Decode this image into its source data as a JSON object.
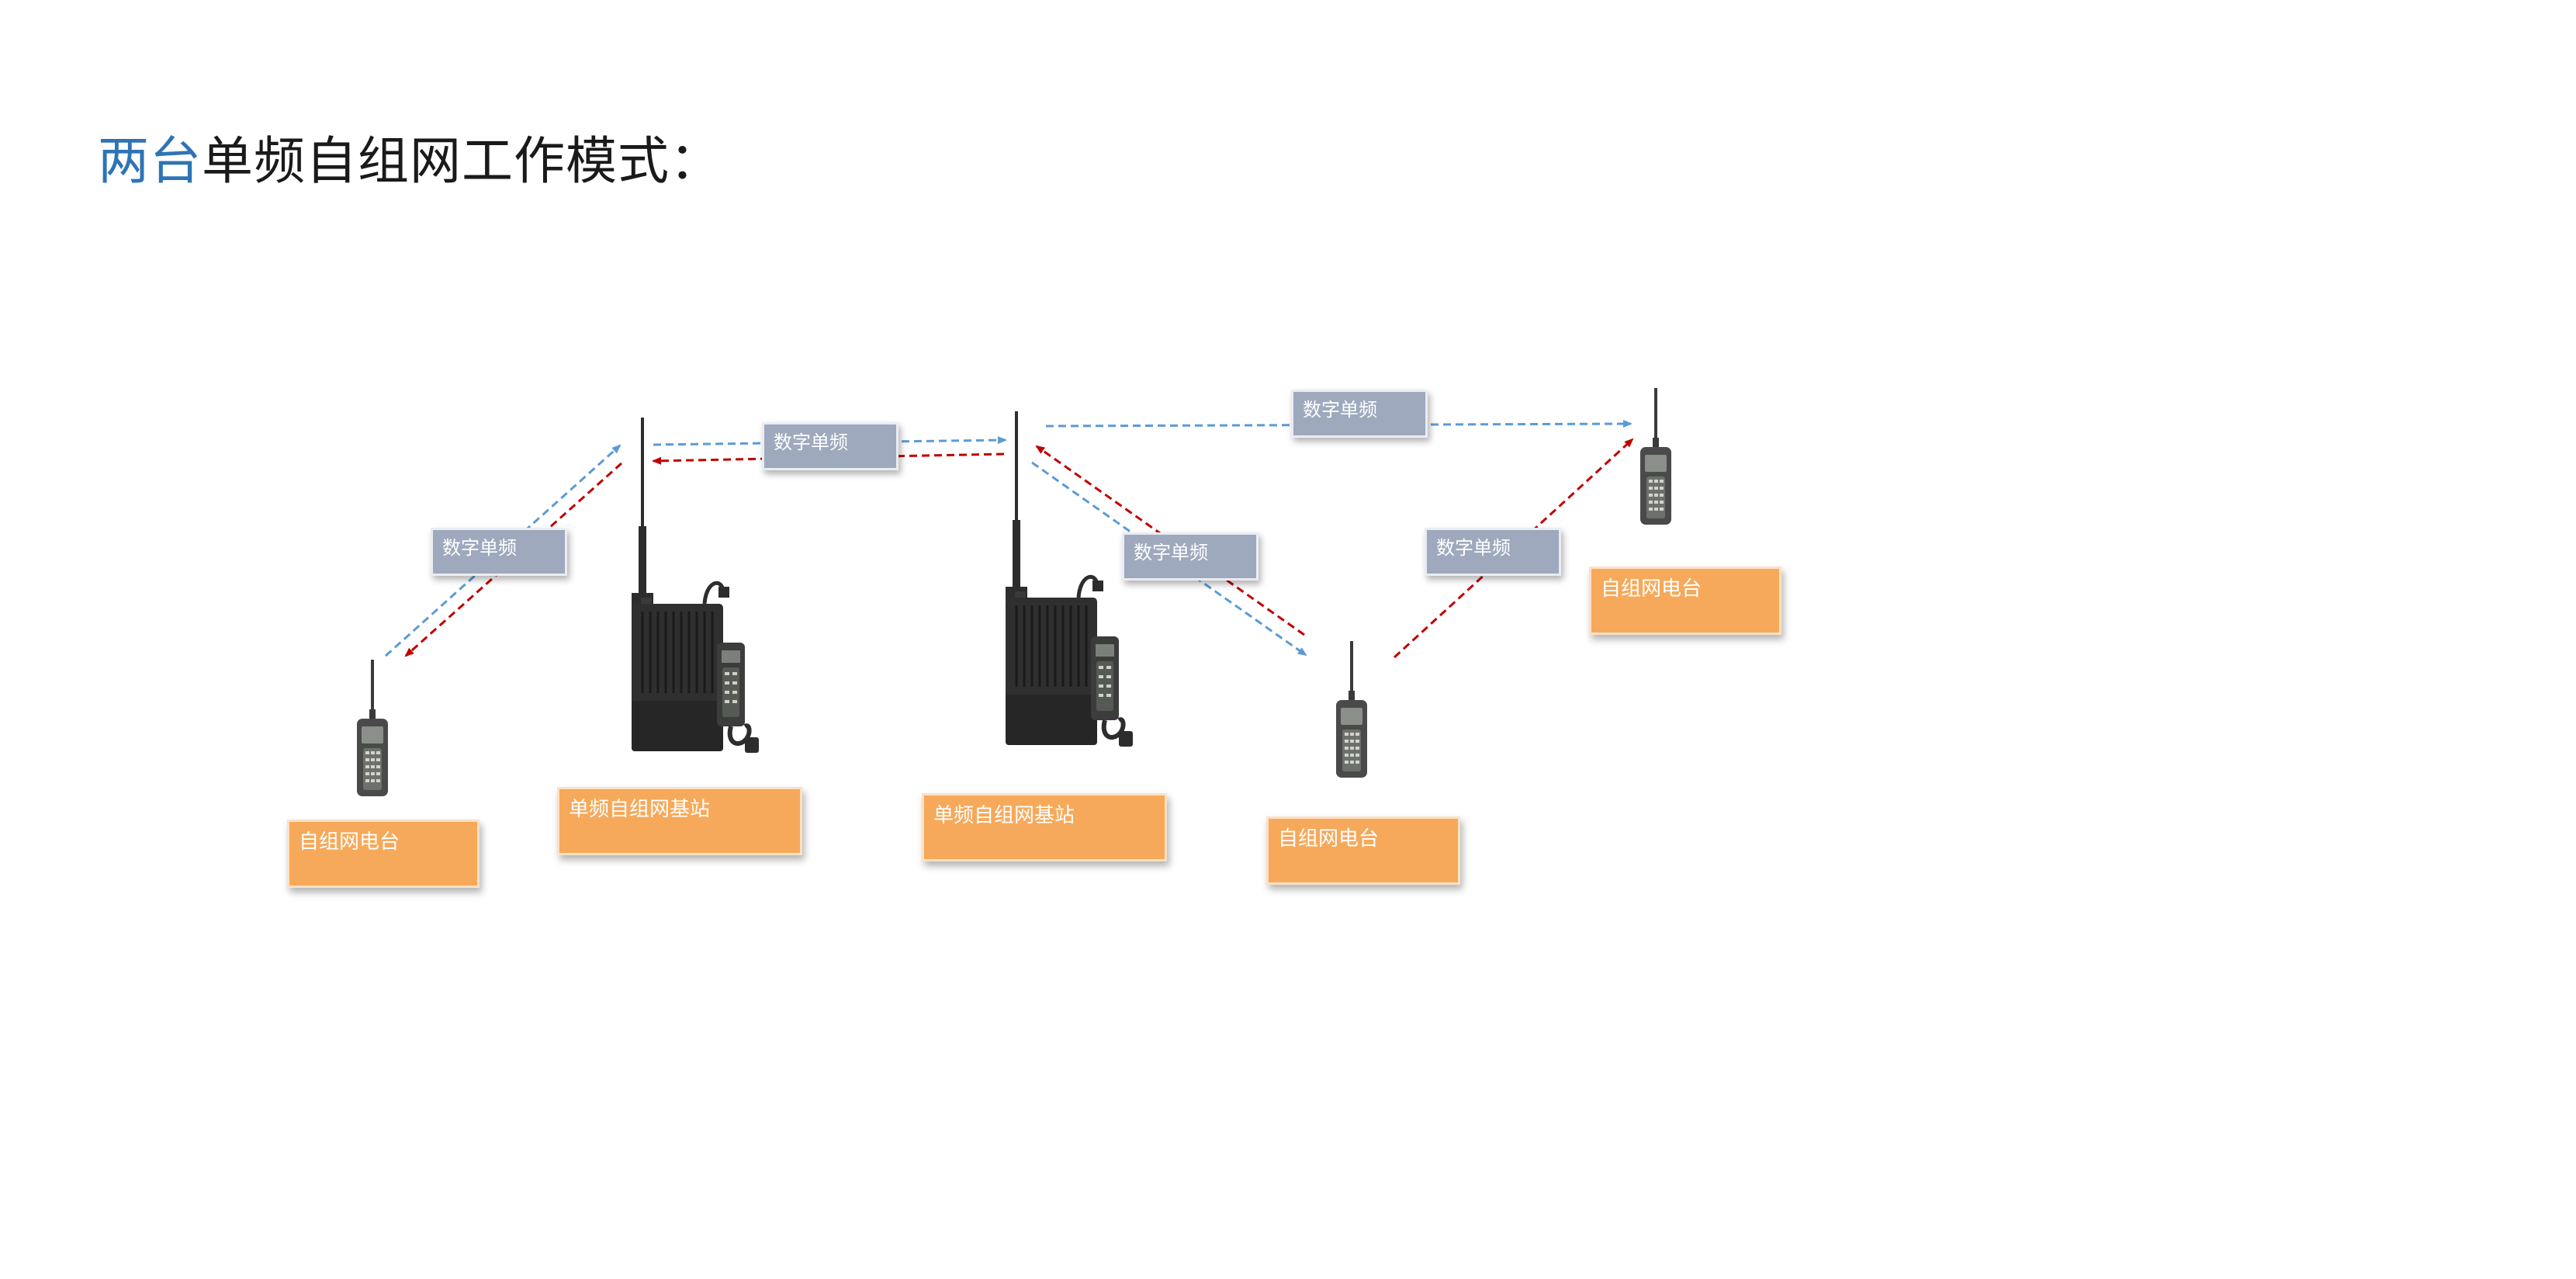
{
  "title": {
    "highlight": "两台",
    "text": "单频自组网工作模式："
  },
  "colors": {
    "title_highlight": "#2e74b5",
    "link_label_bg": "#9ea9bd",
    "node_label_bg": "#f6a95a",
    "arrow_blue": "#5b9bd5",
    "arrow_red": "#c00000"
  },
  "diagram": {
    "link_labels": [
      "数字单频",
      "数字单频",
      "数字单频",
      "数字单频",
      "数字单频"
    ],
    "node_labels": [
      "自组网电台",
      "单频自组网基站",
      "单频自组网基站",
      "自组网电台",
      "自组网电台"
    ],
    "devices": [
      "handheld-radio-icon",
      "base-station-icon",
      "base-station-icon",
      "handheld-radio-icon",
      "handheld-radio-icon"
    ]
  }
}
